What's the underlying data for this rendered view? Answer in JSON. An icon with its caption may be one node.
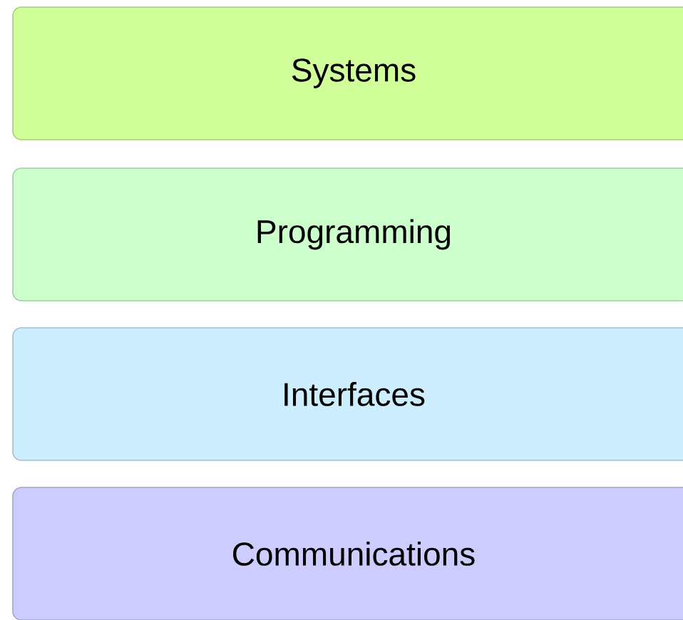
{
  "diagram": {
    "nodes": [
      {
        "text": [
          "Systems"
        ]
      },
      {
        "text": [
          "Programming"
        ]
      },
      {
        "text": [
          "Interfaces"
        ]
      },
      {
        "text": [
          "Communications"
        ]
      }
    ]
  }
}
